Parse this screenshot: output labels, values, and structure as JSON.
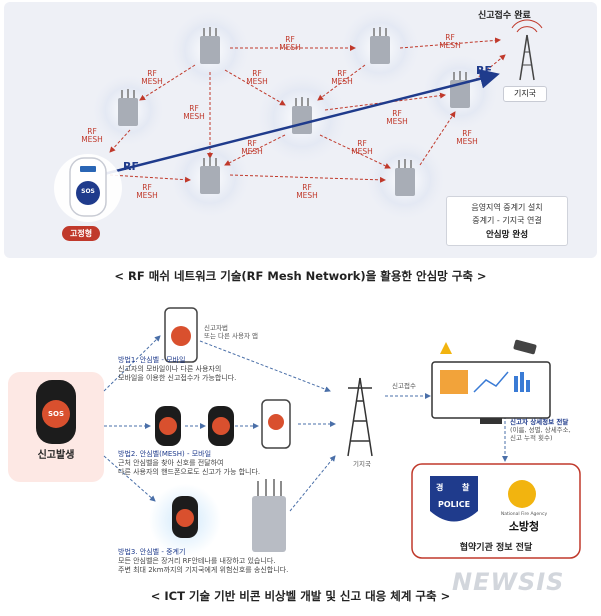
{
  "top": {
    "report_done": "신고접수 완료",
    "base_station": "기지국",
    "rf": "RF",
    "rf_mesh": "RF MESH",
    "sos": "SOS",
    "fixed_type": "고정형",
    "info_line1": "음영지역 중계기 설치",
    "info_line2": "중계기 - 기지국 연결",
    "info_line3": "안심망 완성"
  },
  "caption_top": "< RF 매쉬 네트워크 기술(RF Mesh Network)을 활용한 안심망 구축 >",
  "bottom": {
    "report_occur": "신고발생",
    "sos": "SOS",
    "app_label_1": "신고자법",
    "app_label_2": "또는 다른 사용자 앱",
    "method1_title": "방법1. 안심벨 - 모바일",
    "method1_line1": "신고자의 모바일이나 다른 사용자의",
    "method1_line2": "모바일을 이용한 신고접수가 가능합니다.",
    "method2_title": "방법2. 안심벨(MESH) - 모바일",
    "method2_line1": "근처 안심벨을 찾아 신호를 전달하여",
    "method2_line2": "다른 사용자의 핸드폰으로도 신고가 가능 합니다.",
    "method3_title": "방법3. 안심벨 - 중계기",
    "method3_line1": "모든 안심벨은 장거리 RF안테나를 내장하고 있습니다.",
    "method3_line2": "주변 최대 2km까지의 기지국에게 위험신호를 송신합니다.",
    "base_station": "기지국",
    "report_receive": "신고접수",
    "detail_title": "신고자 상세정보 전달",
    "detail_line1": "(이름, 성별, 상세주소,",
    "detail_line2": "신고 누적 횟수)",
    "police_top": "경",
    "police_top2": "찰",
    "police": "POLICE",
    "fire_en": "National Fire Agency",
    "fire": "소방청",
    "agency_info": "협약기관 정보 전달"
  },
  "caption_bottom": "< ICT 기술 기반 비콘 비상벨 개발 및 신고 대응 체계 구축 >",
  "watermark": "NEWSIS",
  "colors": {
    "accent_red": "#c0392b",
    "arrow_blue": "#1f3b8c",
    "panel_bg": "#eef0f6"
  }
}
